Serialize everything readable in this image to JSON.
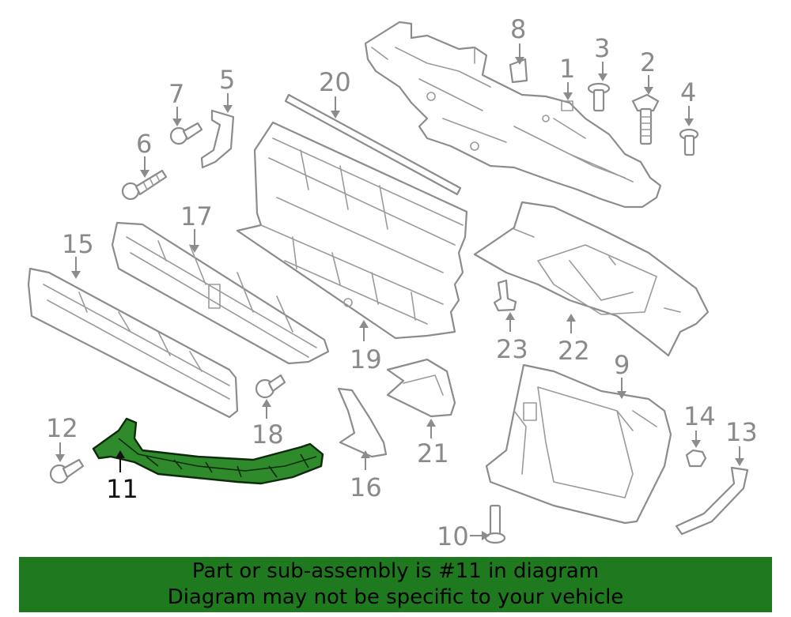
{
  "diagram": {
    "highlight_part": "11",
    "highlight_color": "#2f8a2c",
    "callout_color": "#8a8a8a",
    "callouts": {
      "c1": "1",
      "c2": "2",
      "c3": "3",
      "c4": "4",
      "c5": "5",
      "c6": "6",
      "c7": "7",
      "c8": "8",
      "c9": "9",
      "c10": "10",
      "c11": "11",
      "c12": "12",
      "c13": "13",
      "c14": "14",
      "c15": "15",
      "c16": "16",
      "c17": "17",
      "c18": "18",
      "c19": "19",
      "c20": "20",
      "c21": "21",
      "c22": "22",
      "c23": "23"
    }
  },
  "banner": {
    "line1": "Part or sub-assembly is #11 in diagram",
    "line2": "Diagram may not be specific to your vehicle",
    "background": "#1f7a1f"
  }
}
